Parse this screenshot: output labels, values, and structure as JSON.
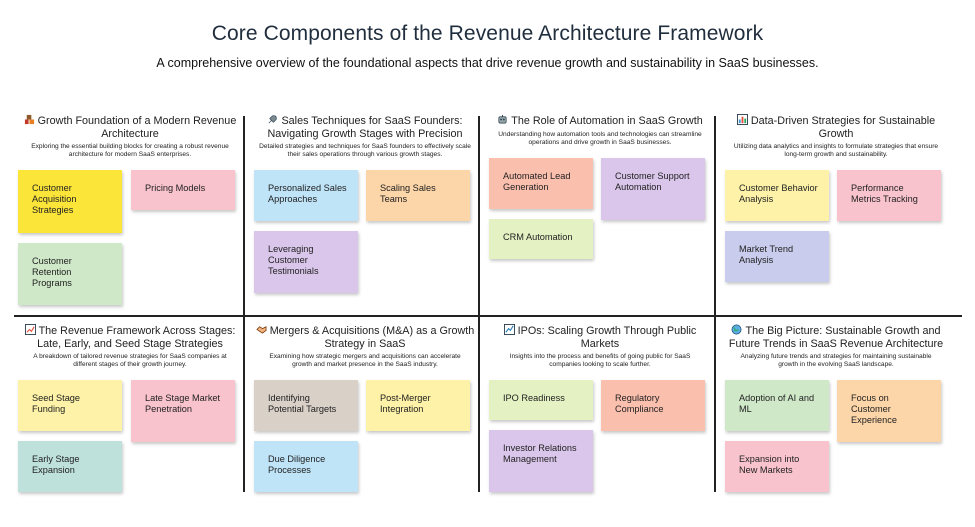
{
  "header": {
    "title": "Core Components of the Revenue Architecture Framework",
    "subtitle": "A comprehensive overview of the foundational aspects that drive revenue growth and sustainability in SaaS businesses."
  },
  "sections": [
    {
      "icon": "building-blocks-icon",
      "title": "Growth Foundation of a Modern Revenue Architecture",
      "desc": "Exploring the essential building blocks for creating a robust revenue architecture for modern SaaS enterprises.",
      "notes": [
        "Customer Acquisition Strategies",
        "Pricing Models",
        "Customer Retention Programs"
      ],
      "colors": [
        "yellow",
        "pink",
        "green"
      ]
    },
    {
      "icon": "rocket-icon",
      "title": "Sales Techniques for SaaS Founders: Navigating Growth Stages with Precision",
      "desc": "Detailed strategies and techniques for SaaS founders to effectively scale their sales operations through various growth stages.",
      "notes": [
        "Personalized Sales Approaches",
        "Scaling Sales Teams",
        "Leveraging Customer Testimonials"
      ],
      "colors": [
        "blue",
        "orange",
        "purple"
      ]
    },
    {
      "icon": "robot-icon",
      "title": "The Role of Automation in SaaS Growth",
      "desc": "Understanding how automation tools and technologies can streamline operations and drive growth in SaaS businesses.",
      "notes": [
        "Automated Lead Generation",
        "Customer Support Automation",
        "CRM Automation"
      ],
      "colors": [
        "salmon",
        "purple",
        "lime"
      ]
    },
    {
      "icon": "bar-chart-icon",
      "title": "Data-Driven Strategies for Sustainable Growth",
      "desc": "Utilizing data analytics and insights to formulate strategies that ensure long-term growth and sustainability.",
      "notes": [
        "Customer Behavior Analysis",
        "Performance Metrics Tracking",
        "Market Trend Analysis"
      ],
      "colors": [
        "cream",
        "pink",
        "lilac"
      ]
    },
    {
      "icon": "trend-chart-icon",
      "title": "The Revenue Framework Across Stages: Late, Early, and Seed Stage Strategies",
      "desc": "A breakdown of tailored revenue strategies for SaaS companies at different stages of their growth journey.",
      "notes": [
        "Seed Stage Funding",
        "Late Stage Market Penetration",
        "Early Stage Expansion"
      ],
      "colors": [
        "cream",
        "pink",
        "teal"
      ]
    },
    {
      "icon": "handshake-icon",
      "title": "Mergers & Acquisitions (M&A) as a Growth Strategy in SaaS",
      "desc": "Examining how strategic mergers and acquisitions can accelerate growth and market presence in the SaaS industry.",
      "notes": [
        "Identifying Potential Targets",
        "Post-Merger Integration",
        "Due Diligence Processes"
      ],
      "colors": [
        "taupe",
        "cream",
        "blue"
      ]
    },
    {
      "icon": "ipo-chart-icon",
      "title": "IPOs: Scaling Growth Through Public Markets",
      "desc": "Insights into the process and benefits of going public for SaaS companies looking to scale further.",
      "notes": [
        "IPO Readiness",
        "Regulatory Compliance",
        "Investor Relations Management"
      ],
      "colors": [
        "lime",
        "salmon",
        "purple"
      ]
    },
    {
      "icon": "globe-icon",
      "title": "The Big Picture: Sustainable Growth and Future Trends in SaaS Revenue Architecture",
      "desc": "Analyzing future trends and strategies for maintaining sustainable growth in the evolving SaaS landscape.",
      "notes": [
        "Adoption of AI and ML",
        "Focus on Customer Experience",
        "Expansion into New Markets"
      ],
      "colors": [
        "green",
        "orange",
        "pink"
      ]
    }
  ]
}
